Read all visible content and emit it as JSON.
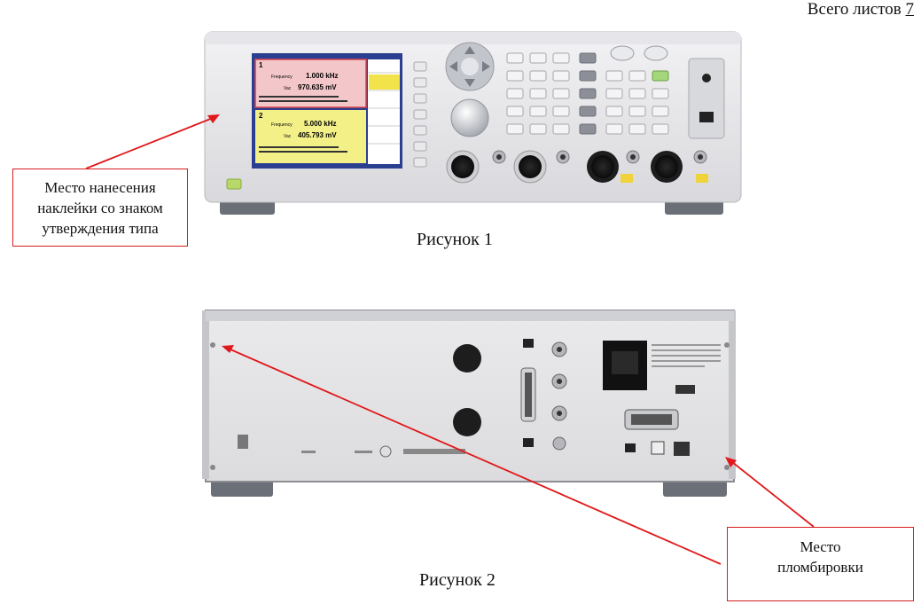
{
  "header": {
    "sheets_label": "Всего листов",
    "sheets_count": "7"
  },
  "figure1": {
    "caption": "Рисунок 1",
    "callout_lines": [
      "Место нанесения",
      "наклейки со знаком",
      "утверждения типа"
    ],
    "screen": {
      "ch1": {
        "num": "1",
        "freq_label": "Frequency",
        "freq_value": "1.000 kHz",
        "level_label": "Vac",
        "level_value": "970.635 mV"
      },
      "ch2": {
        "num": "2",
        "freq_label": "Frequency",
        "freq_value": "5.000 kHz",
        "level_label": "Vac",
        "level_value": "405.793 mV"
      }
    }
  },
  "figure2": {
    "caption": "Рисунок 2",
    "callout_lines": [
      "Место",
      "пломбировки"
    ]
  },
  "colors": {
    "arrow": "#e0181b",
    "screen_pink": "#f3c7c9",
    "screen_yellow": "#f3f088",
    "screen_frame": "#2a3f8f"
  }
}
